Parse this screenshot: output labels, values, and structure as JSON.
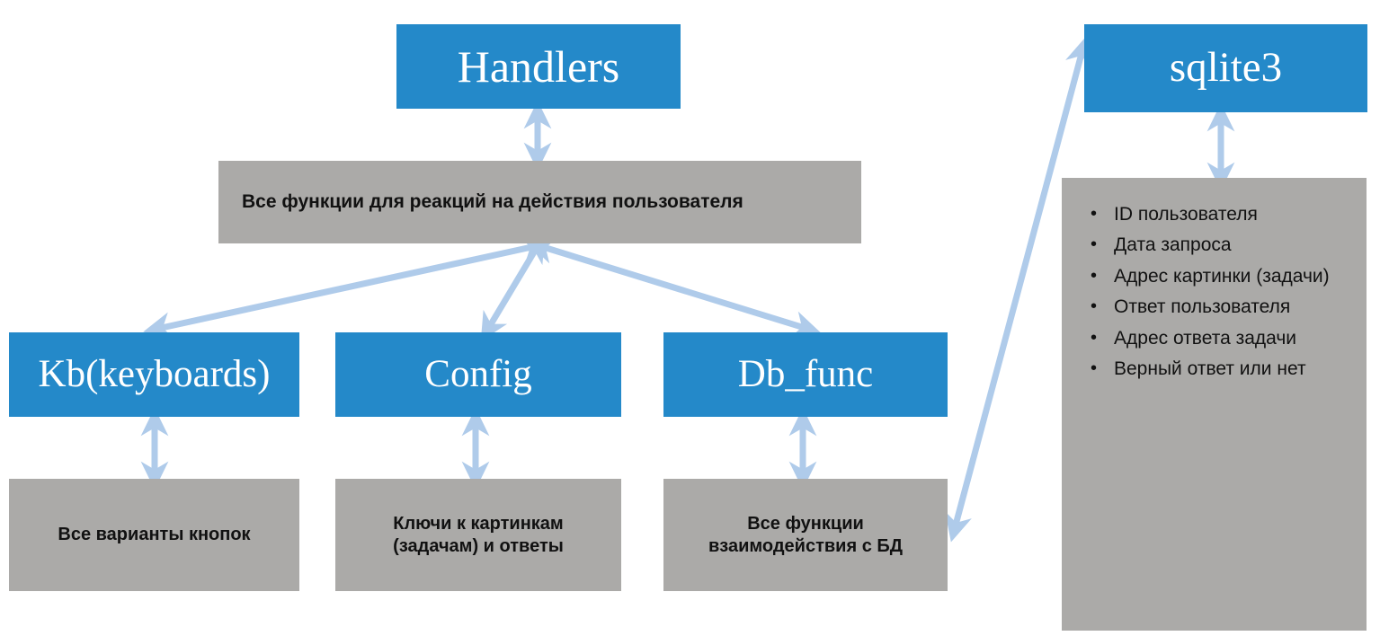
{
  "diagram": {
    "title": "Telegram bot architecture diagram",
    "colors": {
      "module_box": "#2489C9",
      "description_box": "#ABAAA8",
      "arrow": "#AFCBEA",
      "module_text": "#FFFFFF",
      "description_text": "#111111",
      "background": "#FFFFFF"
    },
    "nodes": {
      "handlers": {
        "label": "Handlers"
      },
      "handlers_desc": {
        "label": "Все функции для реакций на действия  пользователя"
      },
      "kb": {
        "label": "Kb(keyboards)"
      },
      "config": {
        "label": "Config"
      },
      "db_func": {
        "label": "Db_func"
      },
      "kb_desc": {
        "label": "Все варианты кнопок"
      },
      "config_desc_line1": {
        "label": "Ключи к картинкам"
      },
      "config_desc_line2": {
        "label": "(задачам) и ответы"
      },
      "db_func_desc_line1": {
        "label": "Все функции"
      },
      "db_func_desc_line2": {
        "label": "взаимодействия с БД"
      },
      "sqlite": {
        "label": "sqlite3"
      }
    },
    "db_fields": {
      "items": [
        "ID пользователя",
        "Дата запроса",
        "Адрес картинки (задачи)",
        "Ответ пользователя",
        "Адрес ответа задачи",
        "Верный ответ или нет"
      ]
    },
    "connections": [
      {
        "from": "handlers",
        "to": "handlers_desc",
        "style": "double-arrow"
      },
      {
        "from": "handlers_desc",
        "to": "kb",
        "style": "double-arrow"
      },
      {
        "from": "handlers_desc",
        "to": "config",
        "style": "double-arrow"
      },
      {
        "from": "handlers_desc",
        "to": "db_func",
        "style": "double-arrow"
      },
      {
        "from": "kb",
        "to": "kb_desc",
        "style": "double-arrow"
      },
      {
        "from": "config",
        "to": "config_desc",
        "style": "double-arrow"
      },
      {
        "from": "db_func",
        "to": "db_func_desc",
        "style": "double-arrow"
      },
      {
        "from": "db_func_desc",
        "to": "sqlite",
        "style": "double-arrow"
      },
      {
        "from": "sqlite",
        "to": "db_fields_panel",
        "style": "double-arrow"
      }
    ]
  }
}
